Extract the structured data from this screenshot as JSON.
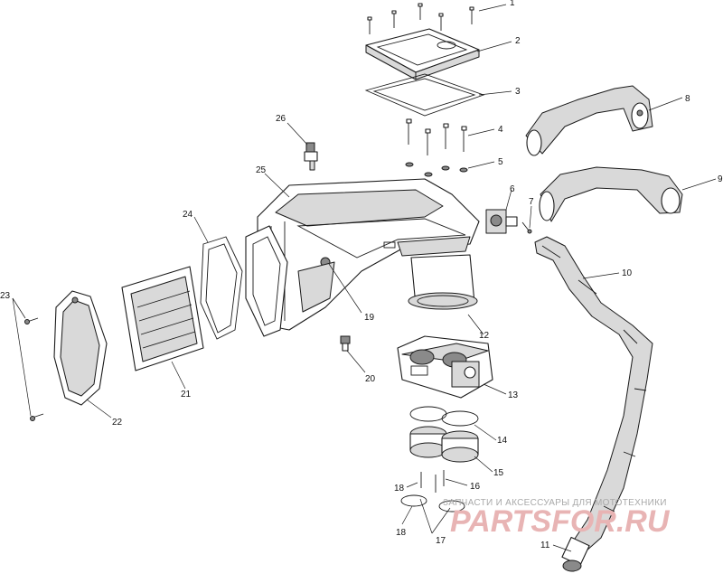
{
  "labels": {
    "l1": "1",
    "l2": "2",
    "l3": "3",
    "l4": "4",
    "l5": "5",
    "l6": "6",
    "l7": "7",
    "l8": "8",
    "l9": "9",
    "l10": "10",
    "l11": "11",
    "l12": "12",
    "l13": "13",
    "l14": "14",
    "l15": "15",
    "l16": "16",
    "l17": "17",
    "l18": "18",
    "l19": "19",
    "l20": "20",
    "l21": "21",
    "l22": "22",
    "l23": "23",
    "l24": "24",
    "l25": "25",
    "l26": "26"
  },
  "watermark": {
    "tagline": "ЗАПЧАСТИ И АКСЕССУАРЫ ДЛЯ МОТОТЕХНИКИ",
    "logo": "PARTSFOR.RU",
    "color": "#e8b4b4"
  }
}
